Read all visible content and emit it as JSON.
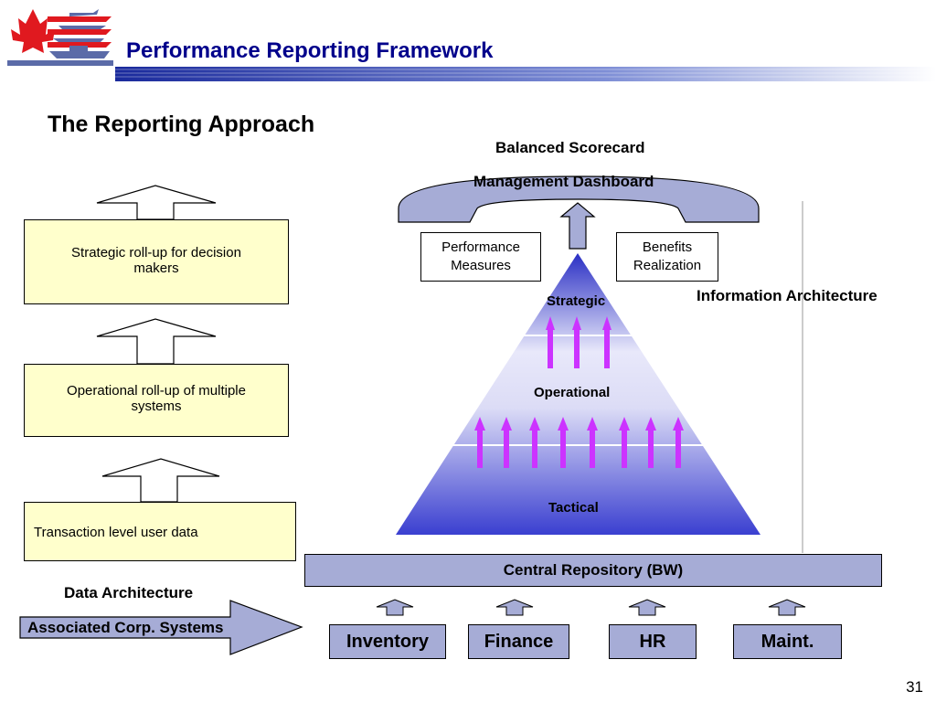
{
  "slide": {
    "title": "Performance Reporting Framework",
    "heading": "The Reporting Approach",
    "page_number": "31"
  },
  "left_stack": {
    "strategic": "Strategic roll-up for decision makers",
    "operational": "Operational roll-up of multiple systems",
    "transaction": "Transaction level user data",
    "data_architecture_label": "Data Architecture",
    "associated_systems_label": "Associated Corp. Systems"
  },
  "pyramid": {
    "top_label_line1": "Balanced Scorecard",
    "top_label_line2": "Management Dashboard",
    "performance_measures": "Performance Measures",
    "benefits_realization": "Benefits Realization",
    "information_architecture": "Information Architecture",
    "levels": [
      "Strategic",
      "Operational",
      "Tactical"
    ]
  },
  "repository": "Central Repository (BW)",
  "source_systems": [
    "Inventory",
    "Finance",
    "HR",
    "Maint."
  ],
  "colors": {
    "title_blue": "#00008b",
    "box_yellow": "#ffffcc",
    "slate_blue": "#a6acd6",
    "arrow_magenta": "#cc33ff",
    "logo_red": "#e0191f"
  }
}
